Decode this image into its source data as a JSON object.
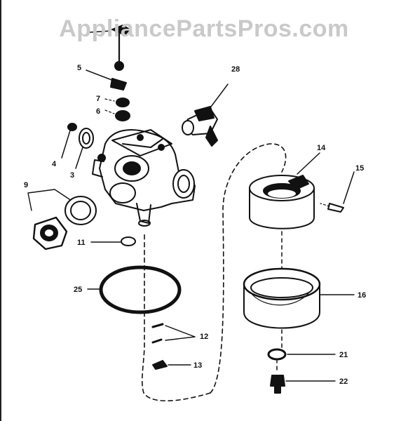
{
  "watermark": "AppliancePartsPros.com",
  "callouts": {
    "c5": "5",
    "c28": "28",
    "c7": "7",
    "c6": "6",
    "c4": "4",
    "c3": "3",
    "c9": "9",
    "c14": "14",
    "c15": "15",
    "c11": "11",
    "c25": "25",
    "c16": "16",
    "c12": "12",
    "c13": "13",
    "c21": "21",
    "c22": "22"
  },
  "colors": {
    "ink": "#111111",
    "watermark": "#c9c9c9",
    "background": "#ffffff"
  }
}
